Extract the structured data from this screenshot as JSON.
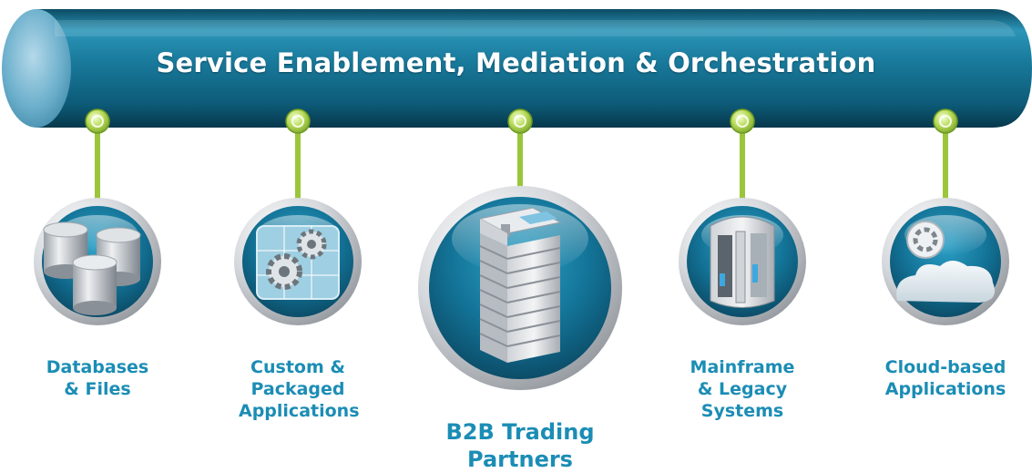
{
  "banner": {
    "title": "Service Enablement, Mediation & Orchestration"
  },
  "nodes": [
    {
      "lines": [
        "Databases",
        "& Files"
      ],
      "icon": "database-cylinders-icon"
    },
    {
      "lines": [
        "Custom &",
        "Packaged",
        "Applications"
      ],
      "icon": "application-gears-icon"
    },
    {
      "lines": [
        "B2B Trading",
        "Partners"
      ],
      "icon": "office-building-icon"
    },
    {
      "lines": [
        "Mainframe",
        "& Legacy",
        "Systems"
      ],
      "icon": "mainframe-server-icon"
    },
    {
      "lines": [
        "Cloud-based",
        "Applications"
      ],
      "icon": "cloud-icon"
    }
  ],
  "colors": {
    "pipe_dark": "#0a4a63",
    "pipe_mid": "#137394",
    "pipe_light": "#2f9cc0",
    "connector_green": "#9bc63c",
    "label_blue": "#1b8db5",
    "silver_ring": "#c9ccd0"
  }
}
